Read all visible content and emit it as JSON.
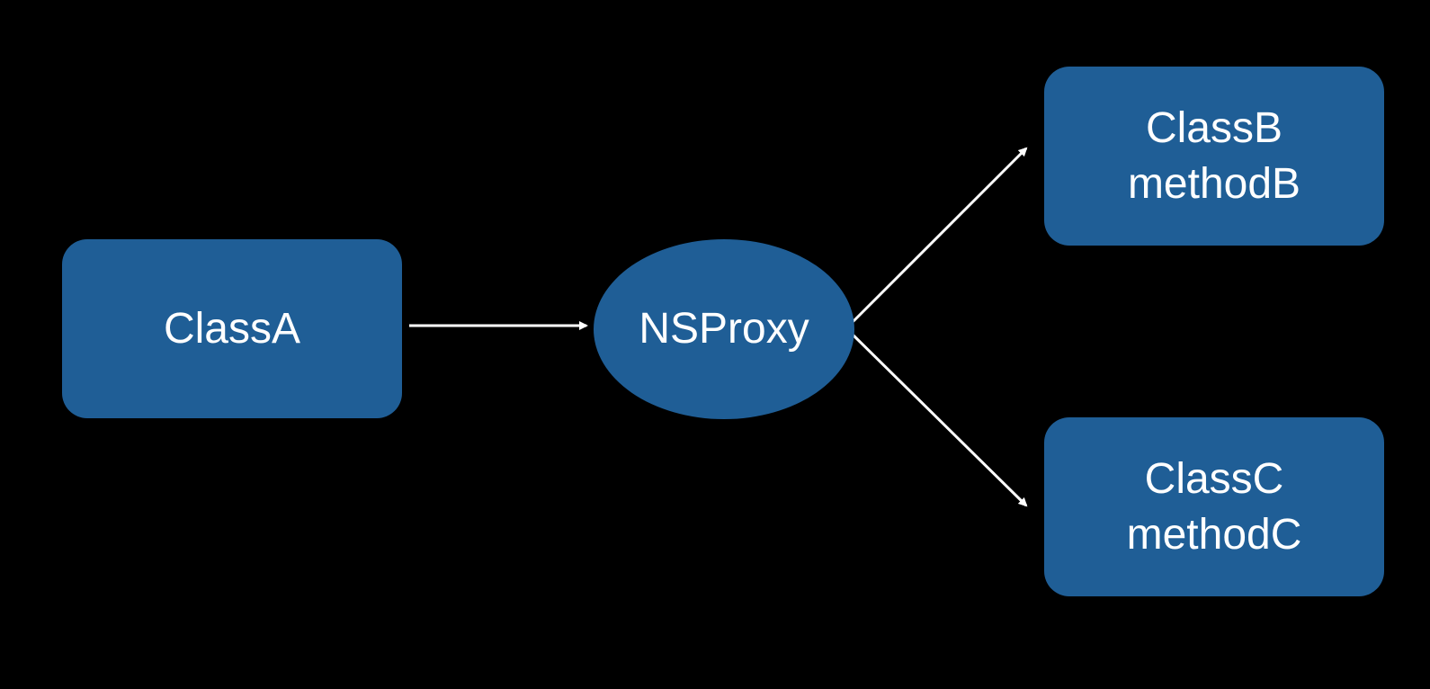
{
  "colors": {
    "background": "#000000",
    "node_fill": "#1f5e96",
    "text": "#ffffff",
    "connector": "#ffffff"
  },
  "nodes": {
    "class_a": {
      "line1": "ClassA"
    },
    "proxy": {
      "line1": "NSProxy"
    },
    "class_b": {
      "line1": "ClassB",
      "line2": "methodB"
    },
    "class_c": {
      "line1": "ClassC",
      "line2": "methodC"
    }
  }
}
